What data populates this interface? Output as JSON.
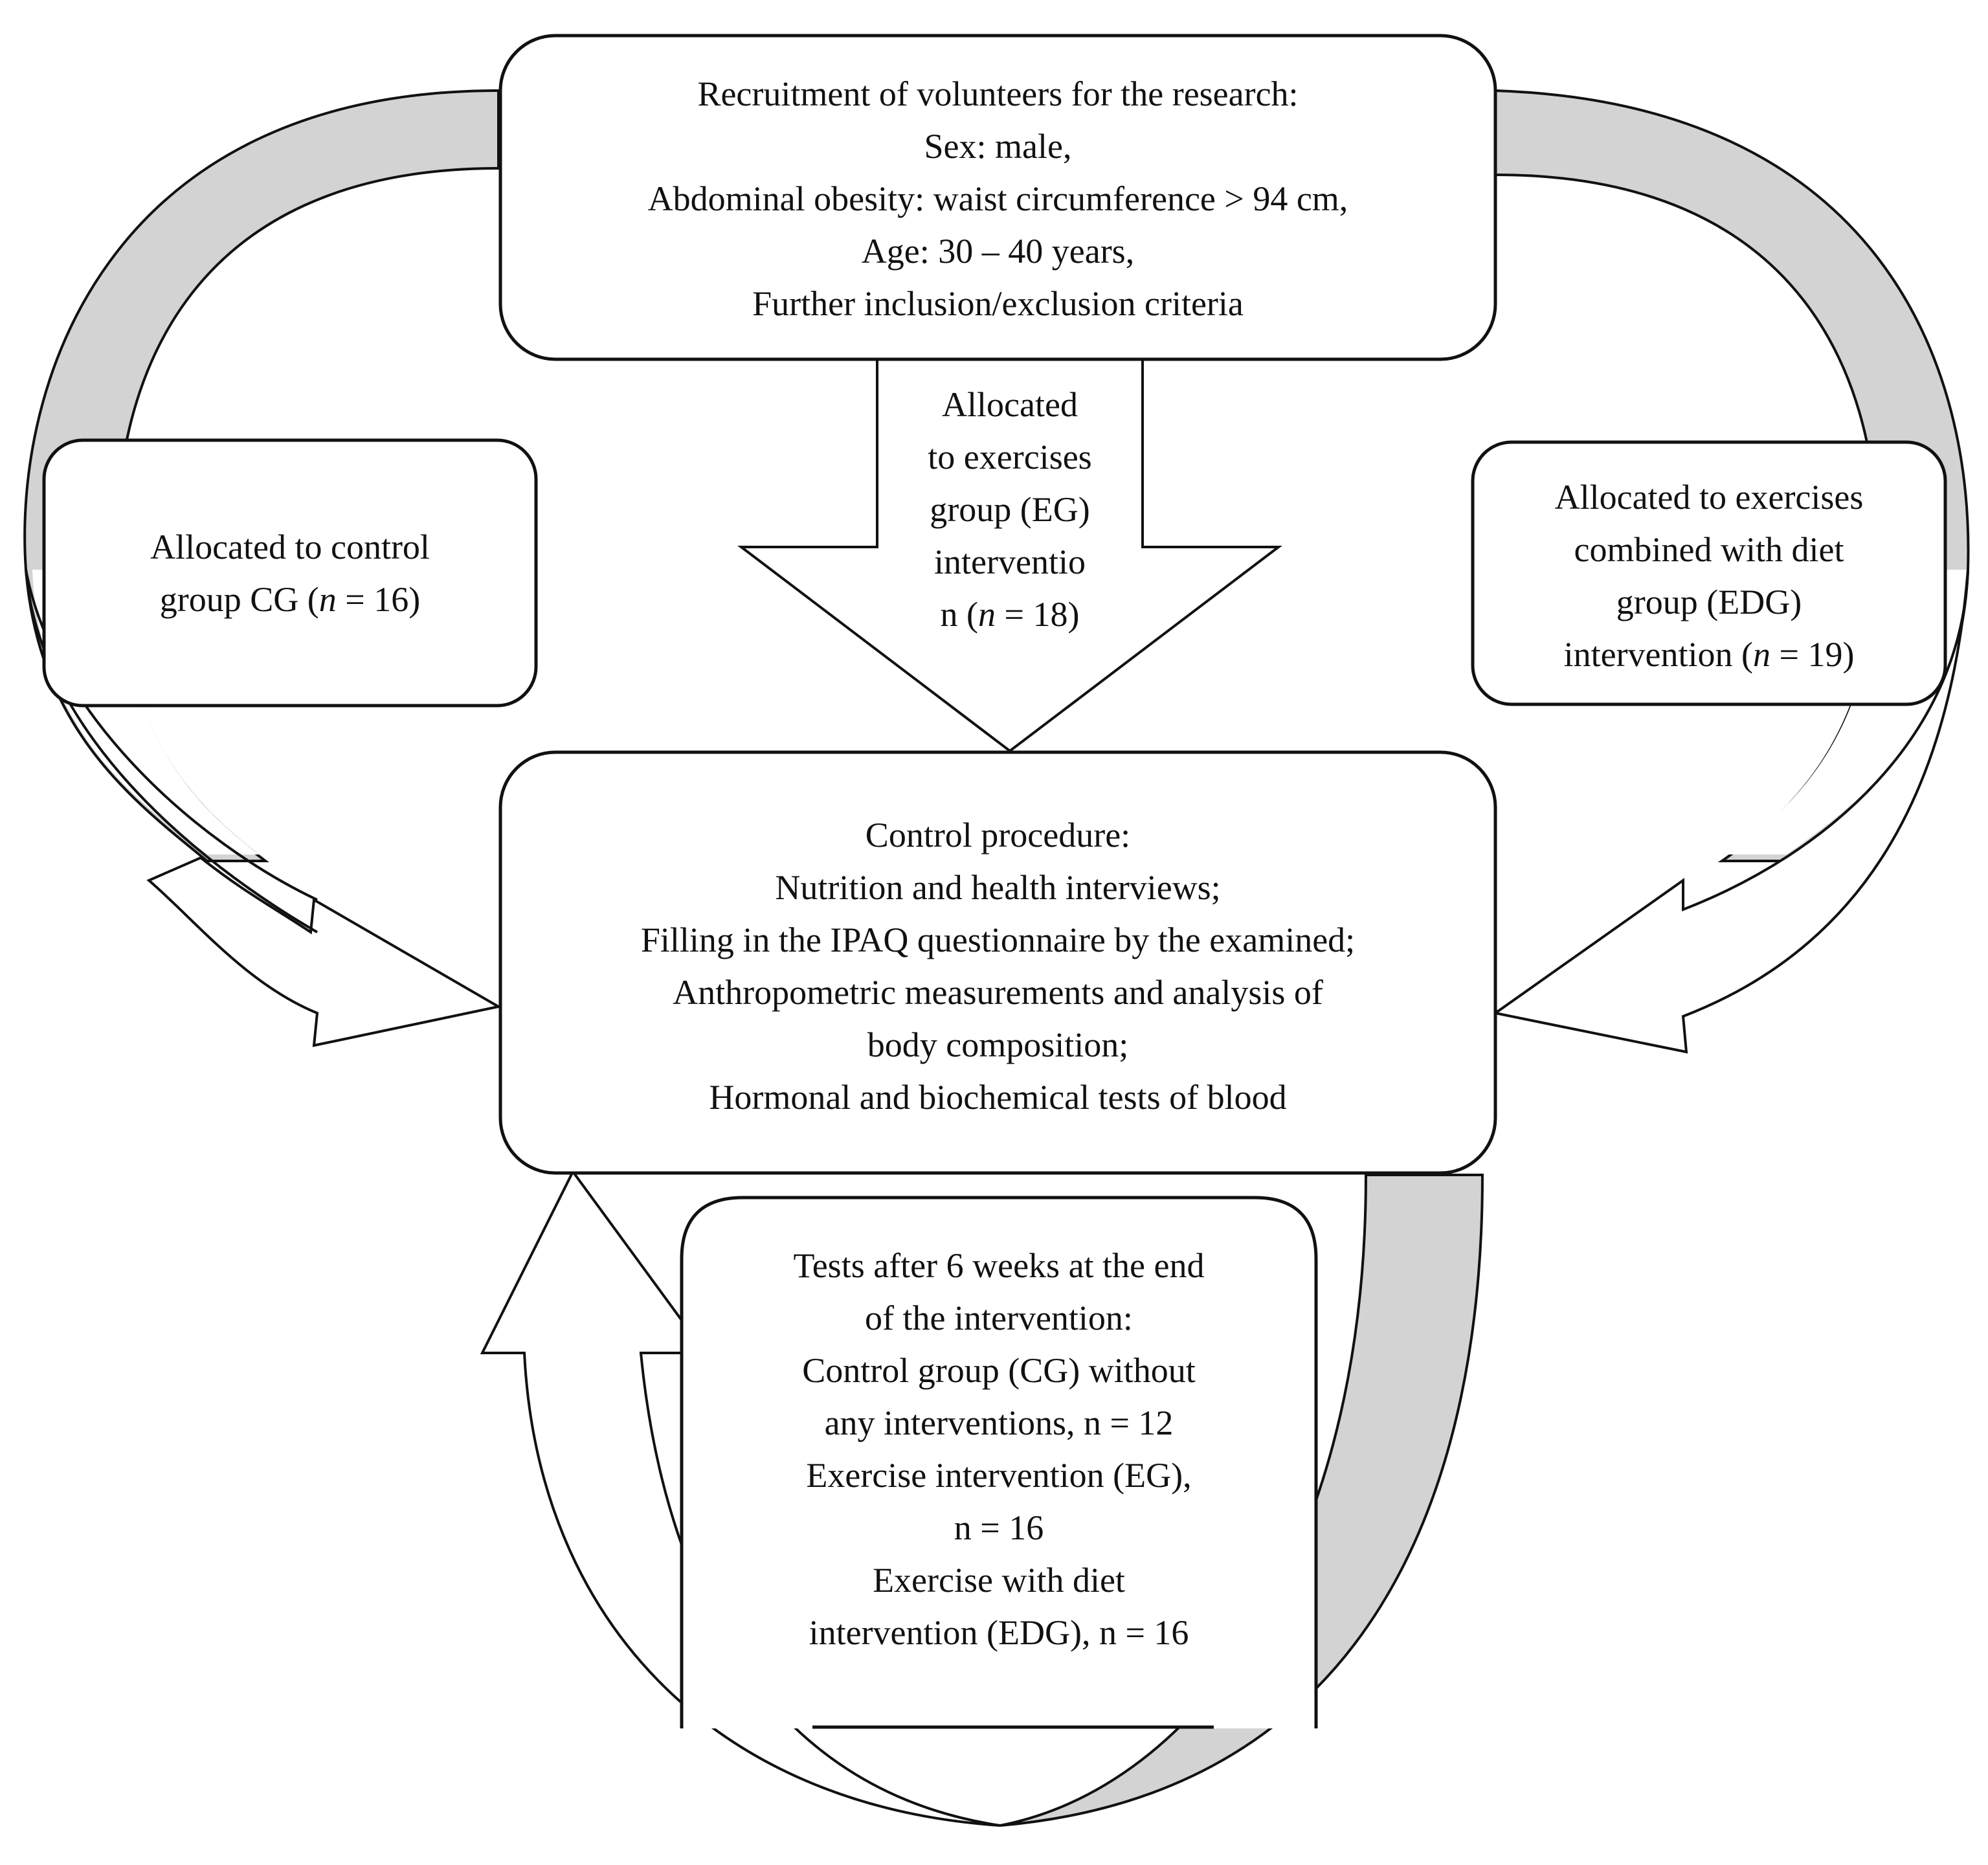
{
  "colors": {
    "stroke": "#111111",
    "band_fill": "#d3d3d3",
    "background": "#ffffff"
  },
  "boxes": {
    "recruitment": {
      "lines": [
        "Recruitment of volunteers for the research:",
        "Sex: male,",
        "Abdominal obesity: waist circumference > 94 cm,",
        "Age: 30 – 40 years,",
        "Further inclusion/exclusion criteria"
      ]
    },
    "control_group": {
      "line1": "Allocated to control",
      "line2_prefix": "group CG (",
      "n_symbol": "n",
      "line2_suffix": " = 16)"
    },
    "exercise_group": {
      "line1": "Allocated",
      "line2": "to exercises",
      "line3": "group (EG)",
      "line4": "interventio",
      "line5_prefix": "n (",
      "n_symbol": "n",
      "line5_suffix": " = 18)"
    },
    "exercise_diet_group": {
      "line1": "Allocated to exercises",
      "line2": "combined with diet",
      "line3": "group (EDG)",
      "line4_prefix": "intervention (",
      "n_symbol": "n",
      "line4_suffix": " = 19)"
    },
    "control_procedure": {
      "lines": [
        "Control procedure:",
        "Nutrition and health interviews;",
        "Filling in the IPAQ questionnaire by the examined;",
        "Anthropometric measurements and analysis of",
        "body composition;",
        "Hormonal and biochemical tests of blood"
      ]
    },
    "final_tests": {
      "lines": [
        "Tests after 6 weeks at the end",
        "of the intervention:",
        "Control group (CG) without",
        "any interventions, n = 12",
        "Exercise intervention (EG),",
        "n = 16",
        "Exercise with diet",
        "intervention (EDG), n = 16"
      ]
    }
  }
}
